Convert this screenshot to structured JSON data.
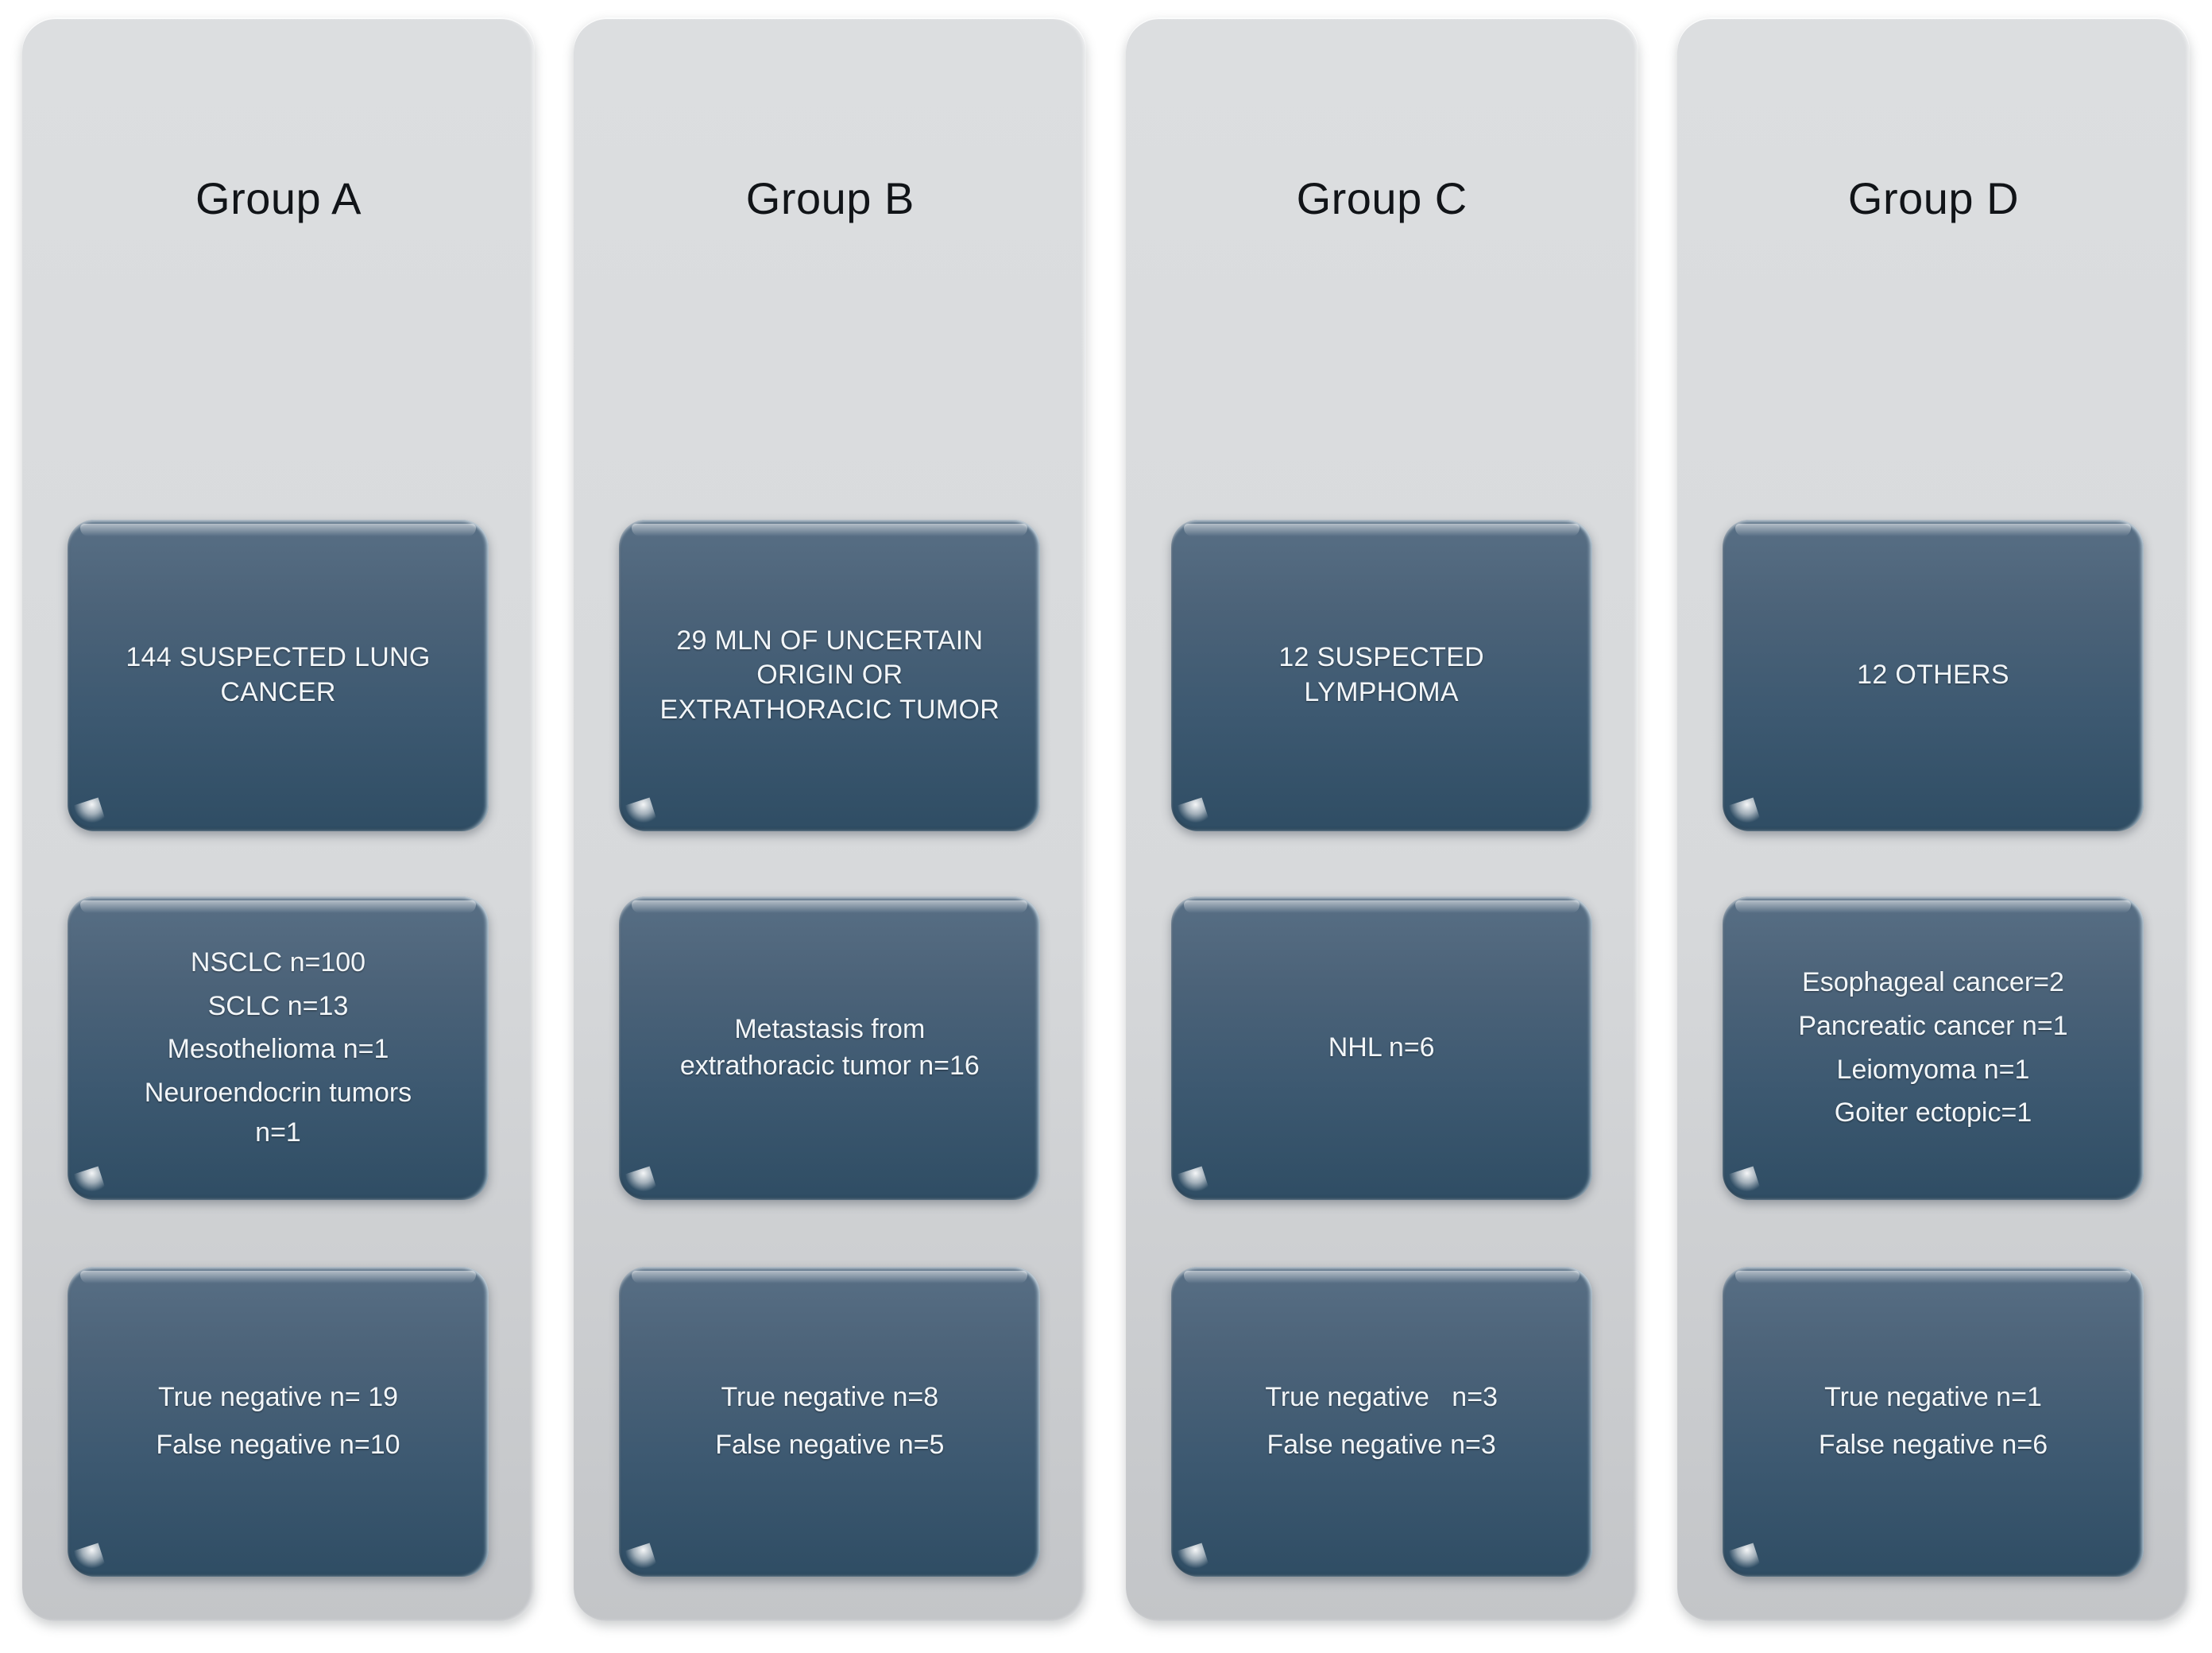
{
  "diagram": {
    "title_shown": false,
    "colors": {
      "panel_bg": "#d8dadc",
      "node_fill": "#3d5971",
      "node_text": "#f2f6f9",
      "page_bg": "#ffffff"
    }
  },
  "groups": [
    {
      "title": "Group A",
      "nodes": [
        {
          "name": "cohort",
          "lines": [
            "144 SUSPECTED LUNG",
            "CANCER"
          ],
          "style": "caps"
        },
        {
          "name": "diagnoses",
          "lines": [
            "NSCLC n=100",
            "SCLC n=13",
            "Mesothelioma n=1",
            "Neuroendocrin tumors",
            "n=1"
          ],
          "style": "body"
        },
        {
          "name": "outcomes",
          "lines": [
            "True negative n= 19",
            "False negative n=10"
          ],
          "style": "neg"
        }
      ]
    },
    {
      "title": "Group B",
      "nodes": [
        {
          "name": "cohort",
          "lines": [
            "29 MLN OF UNCERTAIN",
            "ORIGIN OR",
            "EXTRATHORACIC TUMOR"
          ],
          "style": "caps"
        },
        {
          "name": "diagnoses",
          "lines": [
            "Metastasis from",
            "extrathoracic tumor n=16"
          ],
          "style": "body"
        },
        {
          "name": "outcomes",
          "lines": [
            "True negative n=8",
            "False negative n=5"
          ],
          "style": "neg"
        }
      ]
    },
    {
      "title": "Group C",
      "nodes": [
        {
          "name": "cohort",
          "lines": [
            "12 SUSPECTED",
            "LYMPHOMA"
          ],
          "style": "caps"
        },
        {
          "name": "diagnoses",
          "lines": [
            "NHL n=6"
          ],
          "style": "body"
        },
        {
          "name": "outcomes",
          "lines": [
            "True negative   n=3",
            "False negative n=3"
          ],
          "style": "neg"
        }
      ]
    },
    {
      "title": "Group D",
      "nodes": [
        {
          "name": "cohort",
          "lines": [
            "12 OTHERS"
          ],
          "style": "caps"
        },
        {
          "name": "diagnoses",
          "lines": [
            "Esophageal cancer=2",
            "Pancreatic cancer n=1",
            "Leiomyoma n=1",
            "Goiter ectopic=1"
          ],
          "style": "body"
        },
        {
          "name": "outcomes",
          "lines": [
            "True negative n=1",
            "False negative n=6"
          ],
          "style": "neg"
        }
      ]
    }
  ]
}
